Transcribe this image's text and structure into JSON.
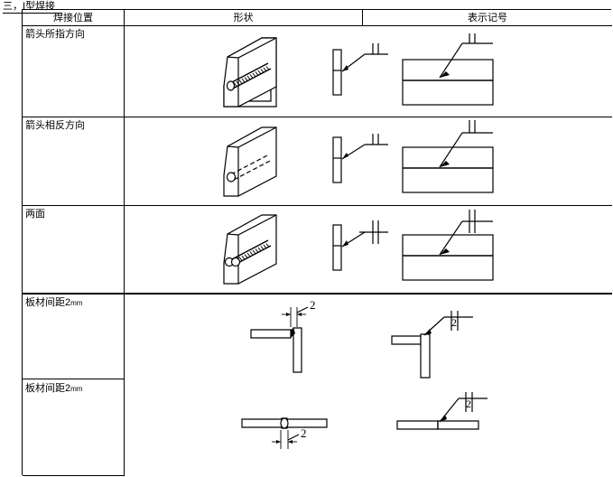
{
  "document": {
    "section_title": "三，I型焊接"
  },
  "table": {
    "headers": [
      {
        "label": "焊接位置"
      },
      {
        "label": "形状"
      },
      {
        "label": "表示记号"
      }
    ],
    "rows": [
      {
        "label": "箭头所指方向",
        "shape_desc": "isometric-plate-with-weld-bead-near-side",
        "symbol_desc": "section-view-arrow-to-joint-with-I-weld-symbol-above-reference-line"
      },
      {
        "label": "箭头相反方向",
        "shape_desc": "isometric-plate-with-weld-bead-far-side-dashed",
        "symbol_desc": "section-view-arrow-to-joint-with-I-weld-symbol-other-side"
      },
      {
        "label": "两面",
        "shape_desc": "isometric-plate-with-weld-bead-both-sides",
        "symbol_desc": "section-view-arrow-to-joint-with-double-I-weld-symbol"
      },
      {
        "label": "板材间距2",
        "label_unit": "mm",
        "shape_desc": "corner-joint-with-gap-dimension",
        "symbol_desc": "corner-joint-with-I-weld-symbol-and-gap-value",
        "gap_value": "2"
      },
      {
        "label": "板材间距2",
        "label_unit": "mm",
        "shape_desc": "butt-joint-two-plates-with-gap-dimension",
        "symbol_desc": "butt-joint-with-I-weld-symbol-and-gap-value",
        "gap_value": "2"
      }
    ]
  },
  "annotations": {
    "gap_dim_row4": "2",
    "gap_dim_row5": "2",
    "symbol_gap_row4": "2",
    "symbol_gap_row5": "2"
  },
  "colors": {
    "line": "#000000",
    "background": "#ffffff"
  }
}
